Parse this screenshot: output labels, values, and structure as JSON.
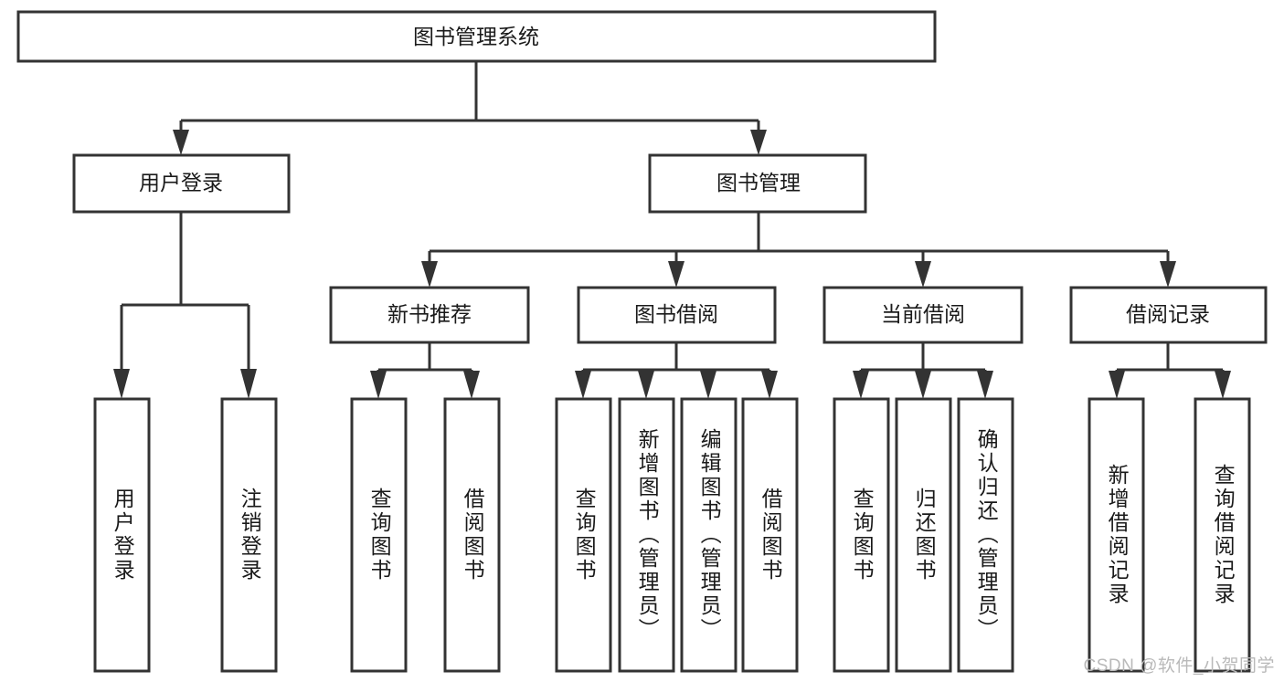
{
  "diagram": {
    "type": "tree",
    "title": "图书管理系统",
    "orientation": "top-down",
    "colors": {
      "box_stroke": "#333333",
      "box_fill": "#ffffff",
      "text": "#1a1a1a",
      "background": "#ffffff",
      "watermark": "#b9b9b9"
    }
  },
  "root": {
    "label": "图书管理系统"
  },
  "level2": [
    {
      "label": "用户登录"
    },
    {
      "label": "图书管理"
    }
  ],
  "level3": [
    {
      "label": "新书推荐"
    },
    {
      "label": "图书借阅"
    },
    {
      "label": "当前借阅"
    },
    {
      "label": "借阅记录"
    }
  ],
  "leaves": {
    "user_login": [
      {
        "label": "用户登录"
      },
      {
        "label": "注销登录"
      }
    ],
    "new_book": [
      {
        "label": "查询图书"
      },
      {
        "label": "借阅图书"
      }
    ],
    "book_borrow": [
      {
        "label": "查询图书"
      },
      {
        "label": "新增图书（管理员）"
      },
      {
        "label": "编辑图书（管理员）"
      },
      {
        "label": "借阅图书"
      }
    ],
    "current_borrow": [
      {
        "label": "查询图书"
      },
      {
        "label": "归还图书"
      },
      {
        "label": "确认归还（管理员）"
      }
    ],
    "borrow_record": [
      {
        "label": "新增借阅记录"
      },
      {
        "label": "查询借阅记录"
      }
    ]
  },
  "watermark": {
    "text": "CSDN @软件_小贺同学"
  }
}
